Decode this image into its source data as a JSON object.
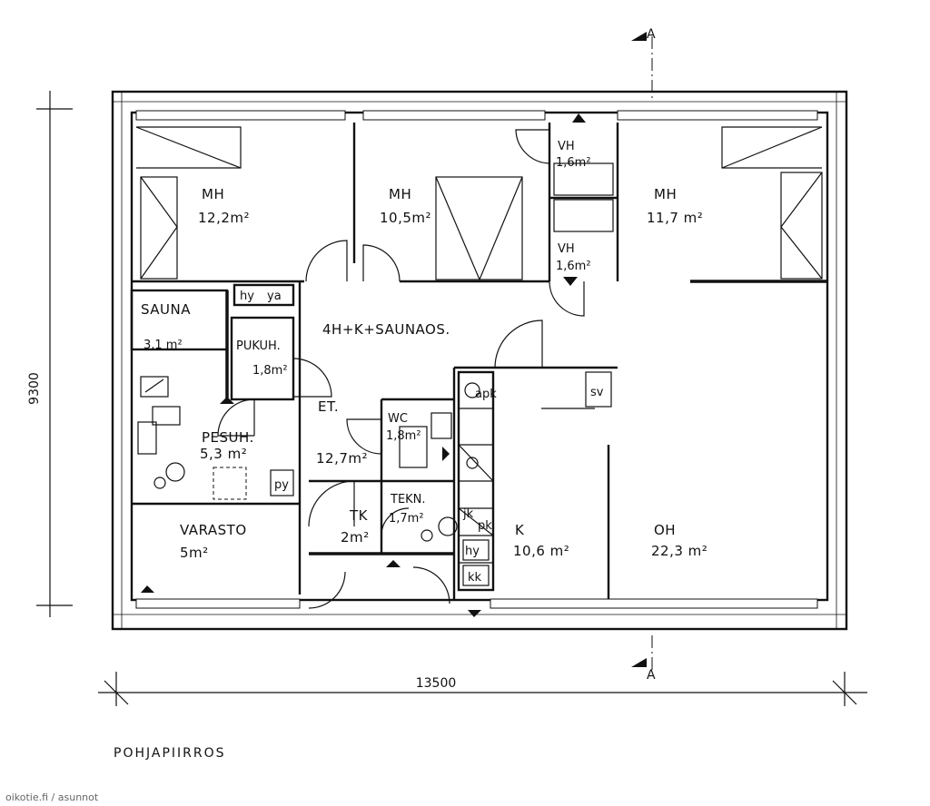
{
  "plan_title": "POHJAPIIRROS",
  "apartment_type": "4H+K+SAUNAOS.",
  "watermark": "oikotie.fi / asunnot",
  "dimensions": {
    "width": "13500",
    "height": "9300"
  },
  "section_marker": "A",
  "rooms": [
    {
      "id": "mh1",
      "name": "MH",
      "area": "12,2m²"
    },
    {
      "id": "mh2",
      "name": "MH",
      "area": "10,5m²"
    },
    {
      "id": "vh1",
      "name": "VH",
      "area": "1,6m²"
    },
    {
      "id": "vh2",
      "name": "VH",
      "area": "1,6m²"
    },
    {
      "id": "mh3",
      "name": "MH",
      "area": "11,7 m²"
    },
    {
      "id": "sauna",
      "name": "SAUNA",
      "area": "3,1 m²"
    },
    {
      "id": "pukuh",
      "name": "PUKUH.",
      "area": "1,8m²"
    },
    {
      "id": "pesuh",
      "name": "PESUH.",
      "area": "5,3 m²"
    },
    {
      "id": "et",
      "name": "ET.",
      "area": "12,7m²"
    },
    {
      "id": "wc",
      "name": "WC",
      "area": "1,8m²"
    },
    {
      "id": "tekn",
      "name": "TEKN.",
      "area": "1,7m²"
    },
    {
      "id": "tk",
      "name": "TK",
      "area": "2m²"
    },
    {
      "id": "varasto",
      "name": "VARASTO",
      "area": "5m²"
    },
    {
      "id": "k",
      "name": "K",
      "area": "10,6 m²"
    },
    {
      "id": "oh",
      "name": "OH",
      "area": "22,3 m²"
    }
  ],
  "fixtures": {
    "hy": "hy",
    "ya": "ya",
    "py": "py",
    "sv": "sv",
    "apk": "apk",
    "jk": "jk",
    "pk": "pk",
    "kk": "kk"
  }
}
